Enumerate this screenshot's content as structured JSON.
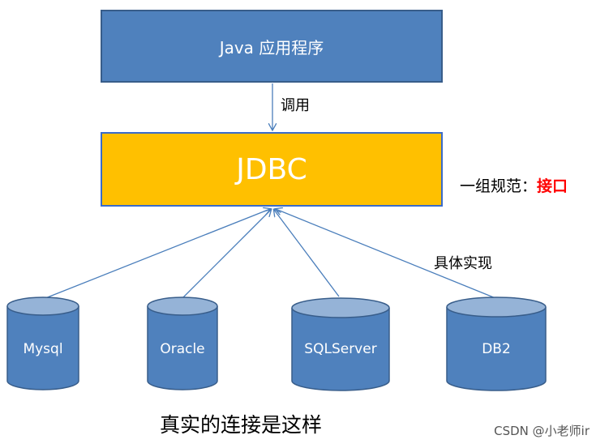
{
  "diagram": {
    "app_box": {
      "label": "Java 应用程序"
    },
    "call_label": "调用",
    "jdbc_box": {
      "label": "JDBC"
    },
    "spec_label": {
      "prefix": "一组规范：",
      "highlight": "接口"
    },
    "impl_label": "具体实现",
    "databases": [
      {
        "label": "Mysql"
      },
      {
        "label": "Oracle"
      },
      {
        "label": "SQLServer"
      },
      {
        "label": "DB2"
      }
    ],
    "bottom_caption": "真实的连接是这样"
  },
  "watermark": "CSDN @小老师ir",
  "colors": {
    "app_fill": "#4f81bd",
    "jdbc_fill": "#ffc000",
    "db_fill": "#4f81bd",
    "db_top": "#95b3d7",
    "connector": "#4a7ebb",
    "highlight": "#ff0000"
  }
}
